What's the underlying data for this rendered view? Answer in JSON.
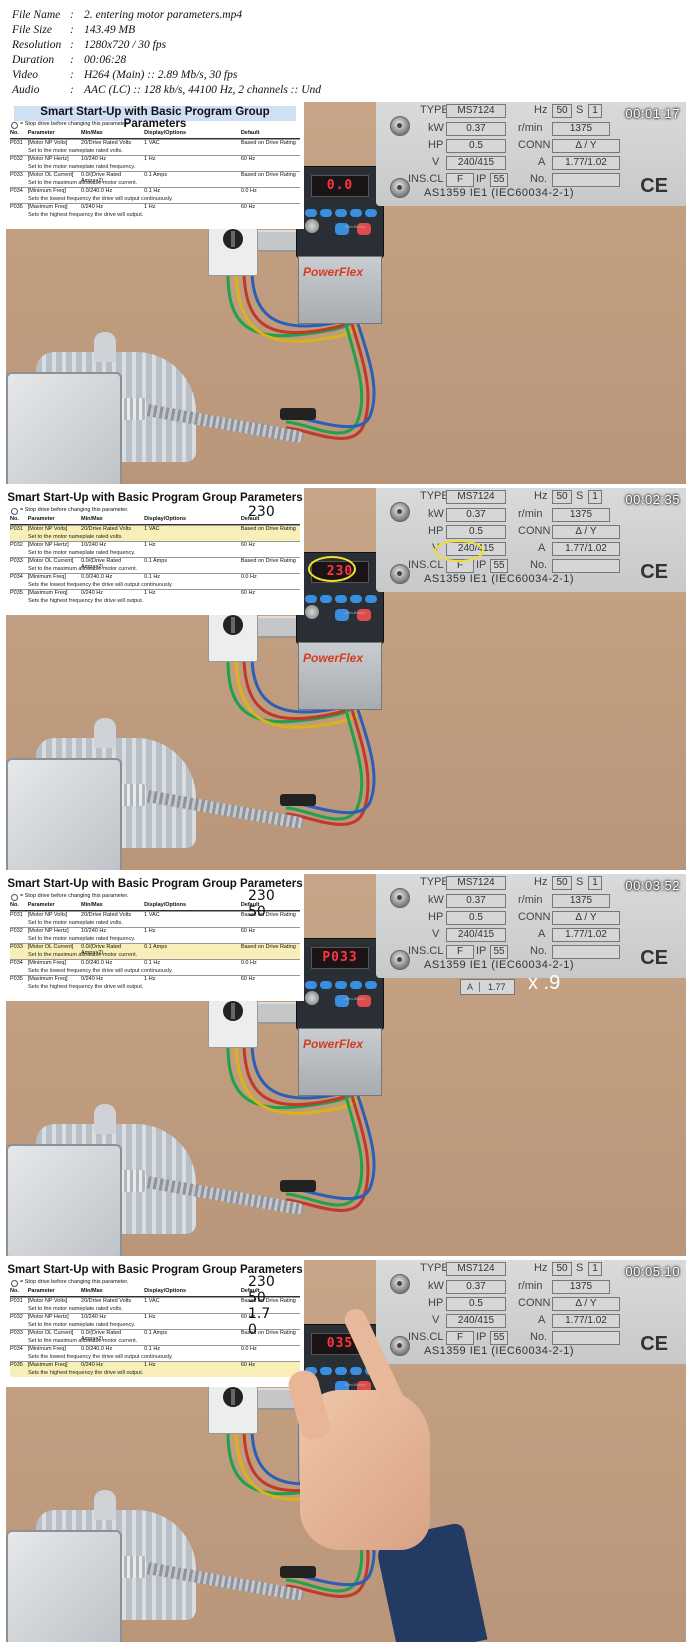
{
  "meta": {
    "rows": [
      {
        "key": "File Name",
        "value": "2. entering motor parameters.mp4"
      },
      {
        "key": "File Size",
        "value": "143.49 MB"
      },
      {
        "key": "Resolution",
        "value": "1280x720 / 30 fps"
      },
      {
        "key": "Duration",
        "value": "00:06:28"
      },
      {
        "key": "Video",
        "value": "H264 (Main) :: 2.89 Mb/s, 30 fps"
      },
      {
        "key": "Audio",
        "value": "AAC (LC) :: 128 kb/s, 44100 Hz, 2 channels :: Und"
      }
    ]
  },
  "sheet": {
    "title": "Smart Start-Up with Basic Program Group Parameters",
    "note": "= Stop drive before changing this parameter.",
    "headers": {
      "no": "No.",
      "parameter": "Parameter",
      "minmax": "Min/Max",
      "options": "Display/Options",
      "default": "Default"
    },
    "rows": [
      {
        "no": "P031",
        "parameter": "[Motor NP Volts]",
        "minmax": "20/Drive Rated Volts",
        "options": "1 VAC",
        "default": "Based on Drive Rating",
        "desc": "Set to the motor nameplate rated volts."
      },
      {
        "no": "P032",
        "parameter": "[Motor NP Hertz]",
        "minmax": "10/240 Hz",
        "options": "1 Hz",
        "default": "60 Hz",
        "desc": "Set to the motor nameplate rated frequency."
      },
      {
        "no": "P033",
        "parameter": "[Motor OL Current]",
        "minmax": "0.0/(Drive Rated Amps×2)",
        "options": "0.1 Amps",
        "default": "Based on Drive Rating",
        "desc": "Set to the maximum allowable motor current."
      },
      {
        "no": "P034",
        "parameter": "[Minimum Freq]",
        "minmax": "0.0/240.0 Hz",
        "options": "0.1 Hz",
        "default": "0.0 Hz",
        "desc": "Sets the lowest frequency the drive will output continuously."
      },
      {
        "no": "P035",
        "parameter": "[Maximum Freq]",
        "minmax": "0/240 Hz",
        "options": "1 Hz",
        "default": "60 Hz",
        "desc": "Sets the highest frequency the drive will output."
      }
    ]
  },
  "plate": {
    "type_label": "TYPE",
    "type": "MS7124",
    "hz_label": "Hz",
    "hz": "50",
    "s_label": "S",
    "s": "1",
    "kw_label": "kW",
    "kw": "0.37",
    "rmin_label": "r/min",
    "rmin": "1375",
    "hp_label": "HP",
    "hp": "0.5",
    "conn_label": "CONN",
    "conn": "Δ / Y",
    "v_label": "V",
    "v": "240/415",
    "a_label": "A",
    "a": "1.77/1.02",
    "inscl_label": "INS.CL",
    "inscl": "F",
    "ip_label": "IP",
    "ip": "55",
    "no_label": "No.",
    "standard": "AS1359 IE1 (IEC60034-2-1)",
    "ce": "CE"
  },
  "drive": {
    "brand": "PowerFlex",
    "maker": "Allen-Bradley"
  },
  "frames": [
    {
      "timestamp": "00:01:17",
      "display": "0.0",
      "highlight": -1,
      "notes": []
    },
    {
      "timestamp": "00:02:35",
      "display": "230",
      "highlight": 0,
      "notes": [
        "230"
      ]
    },
    {
      "timestamp": "00:03:52",
      "display": "P033",
      "highlight": 2,
      "notes": [
        "230",
        "50"
      ],
      "mult_label": "A",
      "mult_value": "1.77",
      "mult_text": "x .9"
    },
    {
      "timestamp": "00:05:10",
      "display": "035",
      "highlight": 4,
      "notes": [
        "230",
        "50",
        "1.7",
        "0"
      ]
    }
  ],
  "colors": {
    "display_led": "#ff3640",
    "highlight_row": "#f8efb8",
    "circle": "#f2e02a",
    "wall": "#c19d80"
  }
}
